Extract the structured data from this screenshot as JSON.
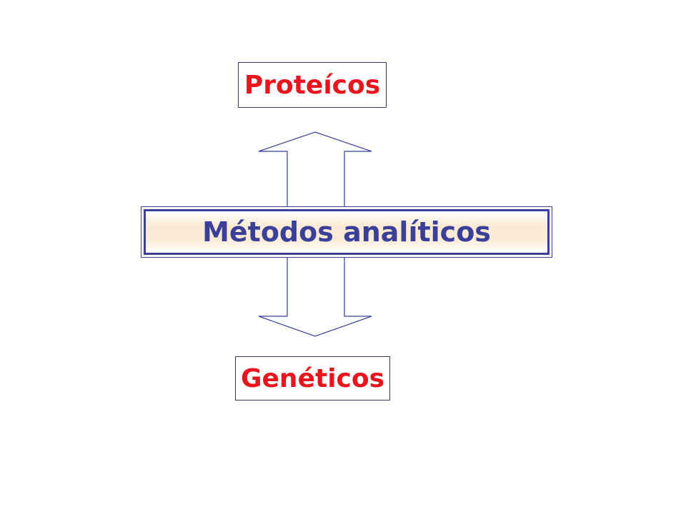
{
  "nodes": {
    "top": {
      "label": "Proteícos"
    },
    "center": {
      "label": "Métodos analíticos"
    },
    "bottom": {
      "label": "Genéticos"
    }
  },
  "colors": {
    "outer_labels": "#e8141e",
    "center_label": "#3a3f9a",
    "arrow_stroke": "#3a3f9a",
    "center_fill": "#fbead4"
  }
}
